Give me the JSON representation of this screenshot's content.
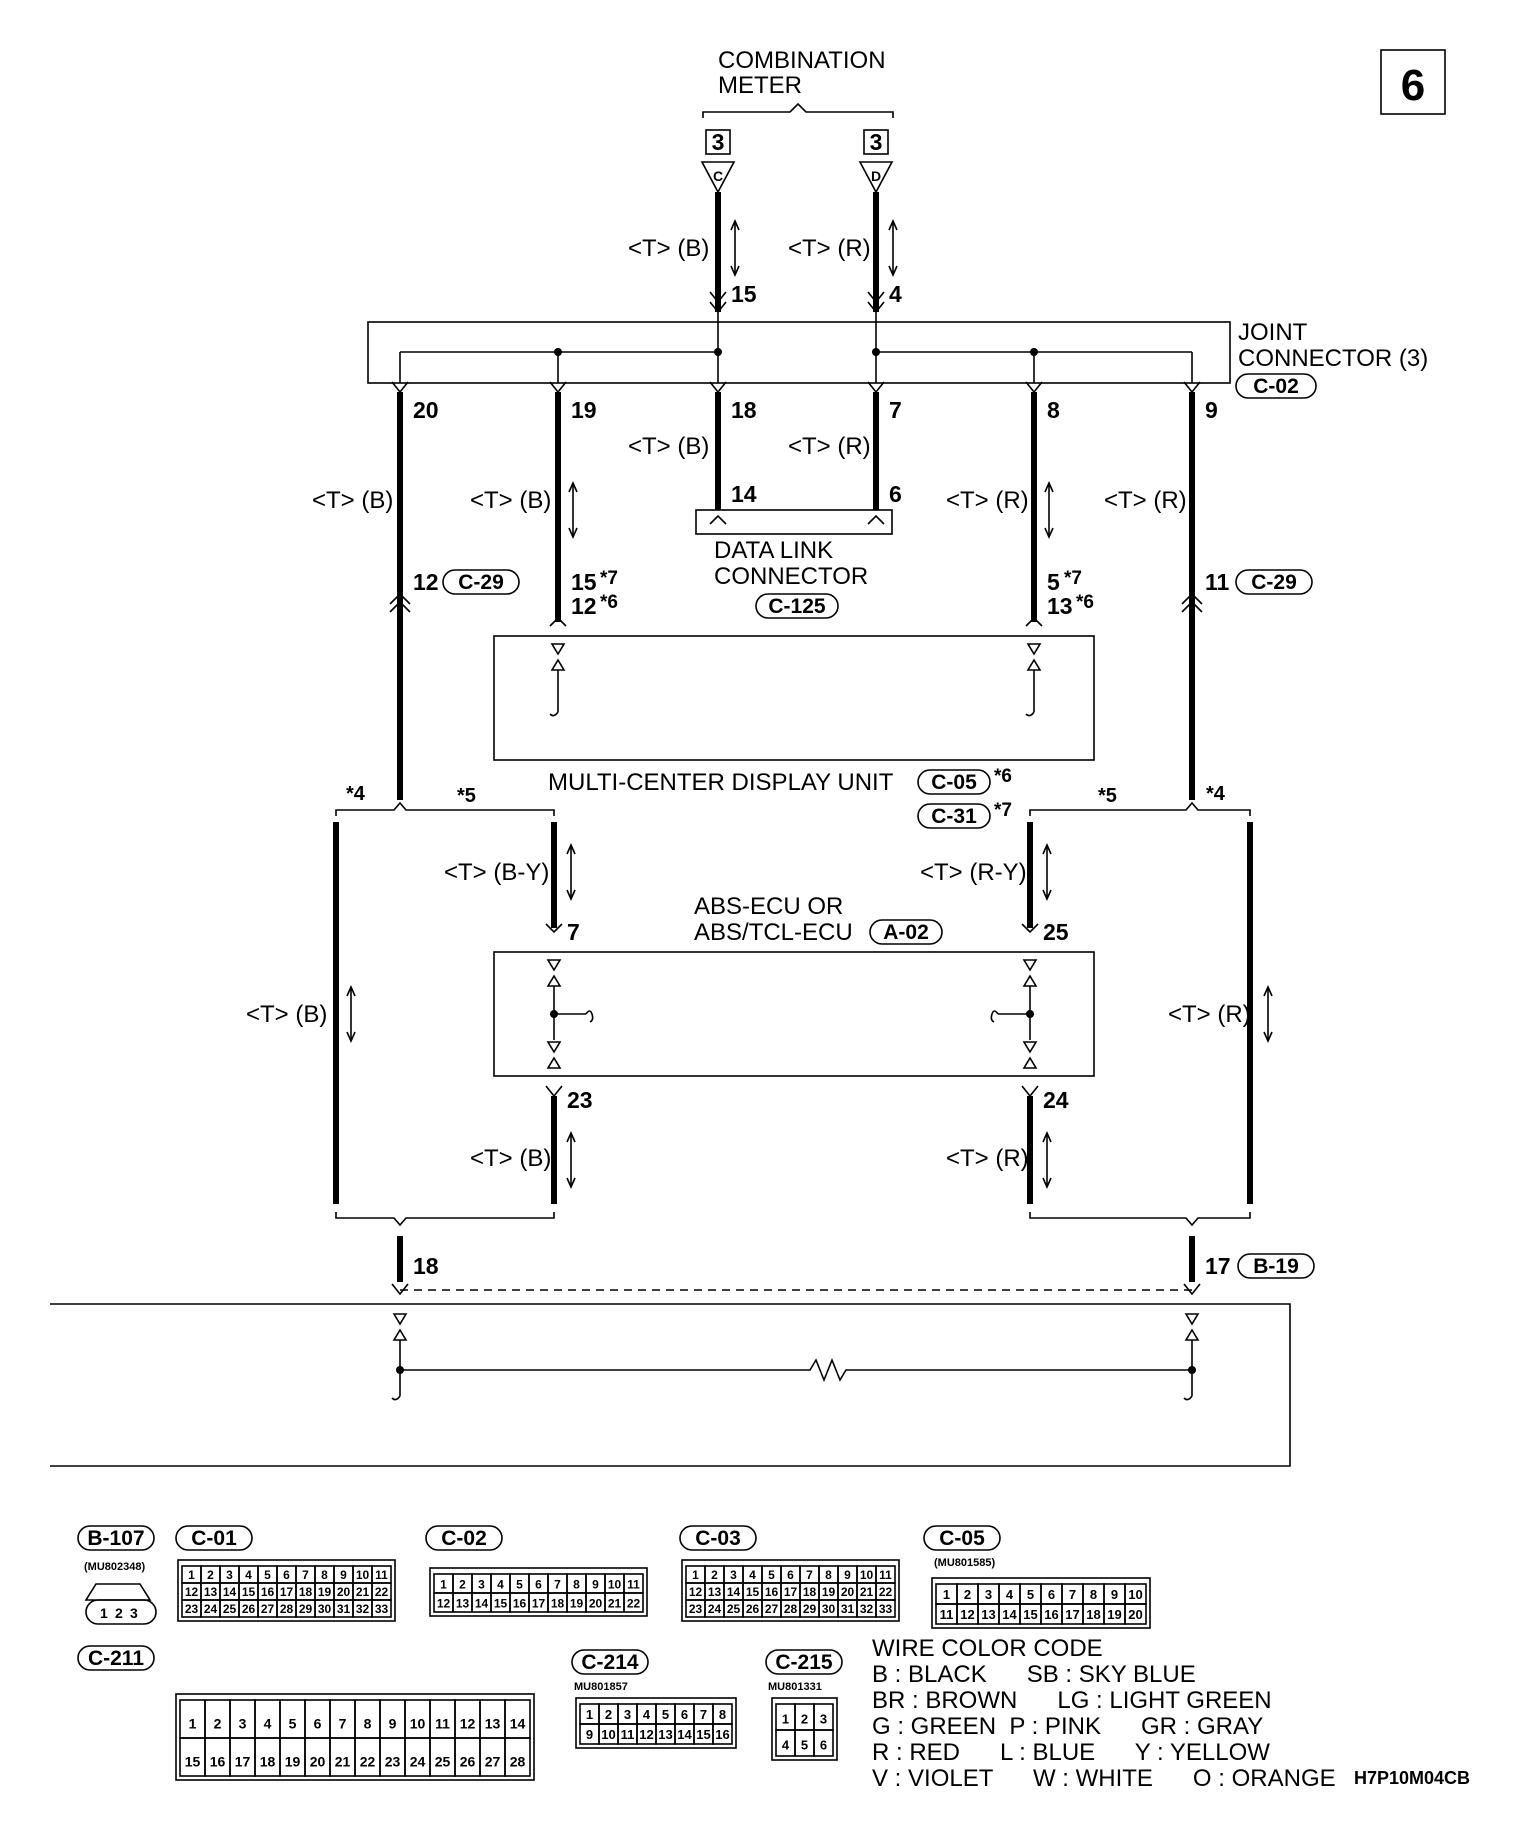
{
  "page_number": "6",
  "combination_meter": {
    "name_line1": "COMBINATION",
    "name_line2": "METER",
    "connector_ref": "3",
    "pin_left": "C",
    "pin_right": "D"
  },
  "wire_labels": {
    "tb": "<T> (B)",
    "tr": "<T> (R)",
    "tby": "<T> (B-Y)",
    "try": "<T> (R-Y)"
  },
  "joint_connector": {
    "name_line1": "JOINT",
    "name_line2": "CONNECTOR (3)",
    "connector": "C-02"
  },
  "pins": {
    "meter_c": "15",
    "meter_d": "4",
    "jc_20": "20",
    "jc_19": "19",
    "jc_18": "18",
    "jc_7": "7",
    "jc_8": "8",
    "jc_9": "9",
    "dlc_14": "14",
    "dlc_6": "6",
    "c29_left": "12",
    "c29_right": "11",
    "mcd_left_a": "15",
    "mcd_left_b": "12",
    "mcd_right_a": "5",
    "mcd_right_b": "13",
    "abs_7": "7",
    "abs_25": "25",
    "abs_23": "23",
    "abs_24": "24",
    "b19_18": "18",
    "b19_17": "17"
  },
  "notes": {
    "n4": "*4",
    "n5": "*5",
    "n6": "*6",
    "n7": "*7"
  },
  "data_link_connector": {
    "name_line1": "DATA LINK",
    "name_line2": "CONNECTOR",
    "connector": "C-125"
  },
  "connector_c29": "C-29",
  "multi_center_display": {
    "name": "MULTI-CENTER DISPLAY UNIT",
    "connector_a": "C-05",
    "connector_b": "C-31"
  },
  "abs_ecu": {
    "name_line1": "ABS-ECU OR",
    "name_line2": "ABS/TCL-ECU",
    "connector": "A-02"
  },
  "connector_b19": "B-19",
  "connector_views": {
    "b107": {
      "label": "B-107",
      "part": "(MU802348)",
      "pins": [
        "1",
        "2",
        "3"
      ]
    },
    "c01": {
      "label": "C-01"
    },
    "c02": {
      "label": "C-02"
    },
    "c03": {
      "label": "C-03"
    },
    "c05": {
      "label": "C-05",
      "part": "(MU801585)"
    },
    "c211": {
      "label": "C-211"
    },
    "c214": {
      "label": "C-214",
      "part": "MU801857"
    },
    "c215": {
      "label": "C-215",
      "part": "MU801331"
    }
  },
  "wire_color_code": {
    "title": "WIRE COLOR CODE",
    "line1": "B : BLACK      SB : SKY BLUE",
    "line2": "BR : BROWN      LG : LIGHT GREEN",
    "line3": "G : GREEN  P : PINK      GR : GRAY",
    "line4": "R : RED      L : BLUE      Y : YELLOW",
    "line5": "V : VIOLET      W : WHITE      O : ORANGE"
  },
  "diagram_code": "H7P10M04CB"
}
